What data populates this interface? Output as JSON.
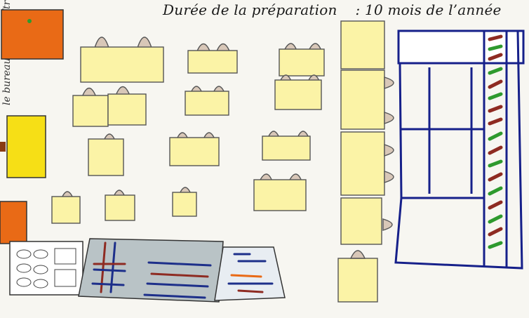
{
  "title": {
    "activity": "Durée de la préparation",
    "duration": ": 10 mois de l’année"
  },
  "side_label": "le bureau de la maîtresse",
  "colors": {
    "desk_fill": "#fbf3a6",
    "desk_stroke": "#555555",
    "chair_fill": "#d8c7b8",
    "orange_block": "#e96a16",
    "yellow_block": "#f6df16",
    "shelf_stroke": "#16208a",
    "grey_rug": "#b9c3c6",
    "red_mark": "#8e2b22",
    "green_mark": "#2e9a2e",
    "blue_mark": "#1d2f8a"
  }
}
